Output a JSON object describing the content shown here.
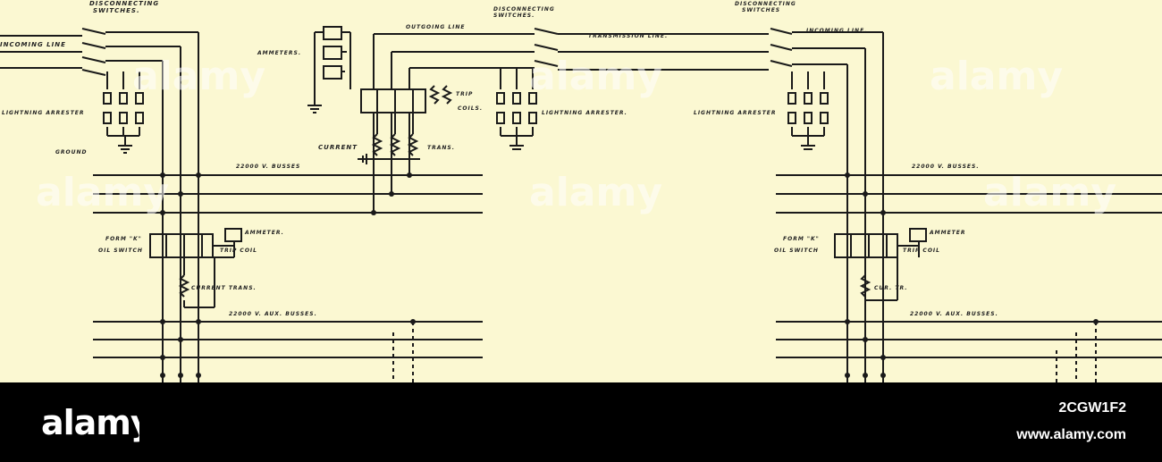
{
  "diagram": {
    "labels": {
      "disc_left_1": "DISCONNECTING",
      "disc_left_2": "SWITCHES.",
      "incoming_left": "INCOMING LINE",
      "lightning_left": "LIGHTNING ARRESTER",
      "ground": "GROUND",
      "ammeters": "AMMETERS.",
      "outgoing": "OUTGOING LINE",
      "disc_mid_1": "DISCONNECTING",
      "disc_mid_2": "SWITCHES.",
      "trip_coils_1": "TRIP",
      "trip_coils_2": "COILS.",
      "current": "CURRENT",
      "trans": "TRANS.",
      "lightning_mid": "LIGHTNING ARRESTER.",
      "transmission": "TRANSMISSION LINE.",
      "lightning_right": "LIGHTNING ARRESTER",
      "disc_right_1": "DISCONNECTING",
      "disc_right_2": "SWITCHES",
      "incoming_right": "INCOMING LINE.",
      "busses_left": "22000 V. BUSSES",
      "busses_right": "22000 V. BUSSES.",
      "form_k_left_1": "FORM \"K\"",
      "form_k_left_2": "OIL SWITCH",
      "ammeter_left": "AMMETER.",
      "trip_coil_left": "TRIP COIL",
      "current_trans_left": "CURRENT TRANS.",
      "form_k_right_1": "FORM \"K\"",
      "form_k_right_2": "OIL SWITCH",
      "ammeter_right": "AMMETER",
      "trip_coil_right": "TRIP COIL",
      "cur_tr_right": "CUR. TR.",
      "aux_left": "22000 V. AUX. BUSSES.",
      "aux_right": "22000 V. AUX. BUSSES."
    },
    "watermark": "alamy"
  },
  "footer": {
    "brand": "alamy",
    "image_id": "2CGW1F2",
    "site": "www.alamy.com"
  }
}
